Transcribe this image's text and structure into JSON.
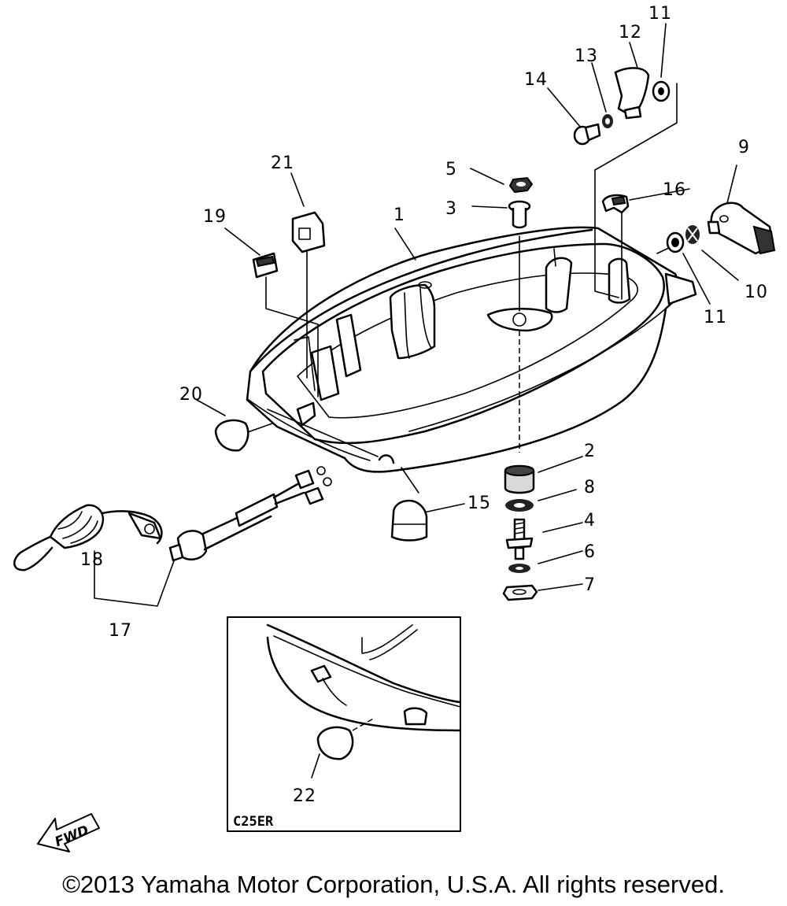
{
  "callouts": [
    {
      "id": "c1",
      "label": "1"
    },
    {
      "id": "c2",
      "label": "2"
    },
    {
      "id": "c3",
      "label": "3"
    },
    {
      "id": "c4",
      "label": "4"
    },
    {
      "id": "c5",
      "label": "5"
    },
    {
      "id": "c6",
      "label": "6"
    },
    {
      "id": "c7",
      "label": "7"
    },
    {
      "id": "c8",
      "label": "8"
    },
    {
      "id": "c9",
      "label": "9"
    },
    {
      "id": "c10",
      "label": "10"
    },
    {
      "id": "c11a",
      "label": "11"
    },
    {
      "id": "c11b",
      "label": "11"
    },
    {
      "id": "c12",
      "label": "12"
    },
    {
      "id": "c13",
      "label": "13"
    },
    {
      "id": "c14",
      "label": "14"
    },
    {
      "id": "c15",
      "label": "15"
    },
    {
      "id": "c16",
      "label": "16"
    },
    {
      "id": "c17",
      "label": "17"
    },
    {
      "id": "c18",
      "label": "18"
    },
    {
      "id": "c19",
      "label": "19"
    },
    {
      "id": "c20",
      "label": "20"
    },
    {
      "id": "c21",
      "label": "21"
    },
    {
      "id": "c22",
      "label": "22"
    }
  ],
  "inset": {
    "label": "C25ER"
  },
  "direction": {
    "label": "FWD"
  },
  "copyright": "©2013 Yamaha Motor Corporation, U.S.A. All rights reserved."
}
